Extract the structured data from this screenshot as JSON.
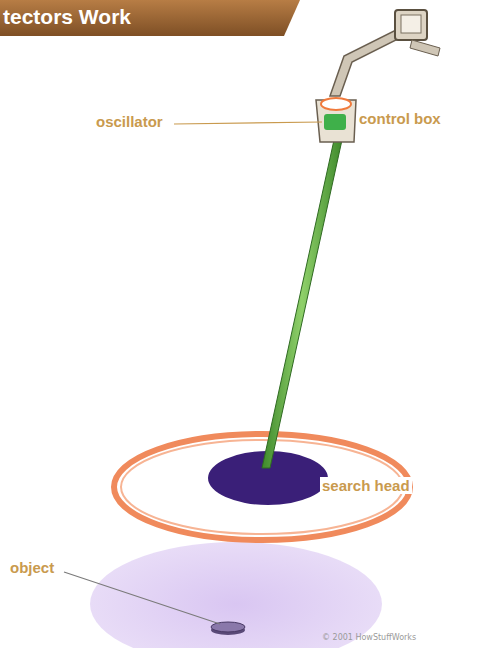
{
  "diagram": {
    "title": "tectors Work",
    "labels": [
      "oscillator",
      "control box",
      "search head",
      "object",
      "© 2001 HowStuffWorks"
    ]
  }
}
